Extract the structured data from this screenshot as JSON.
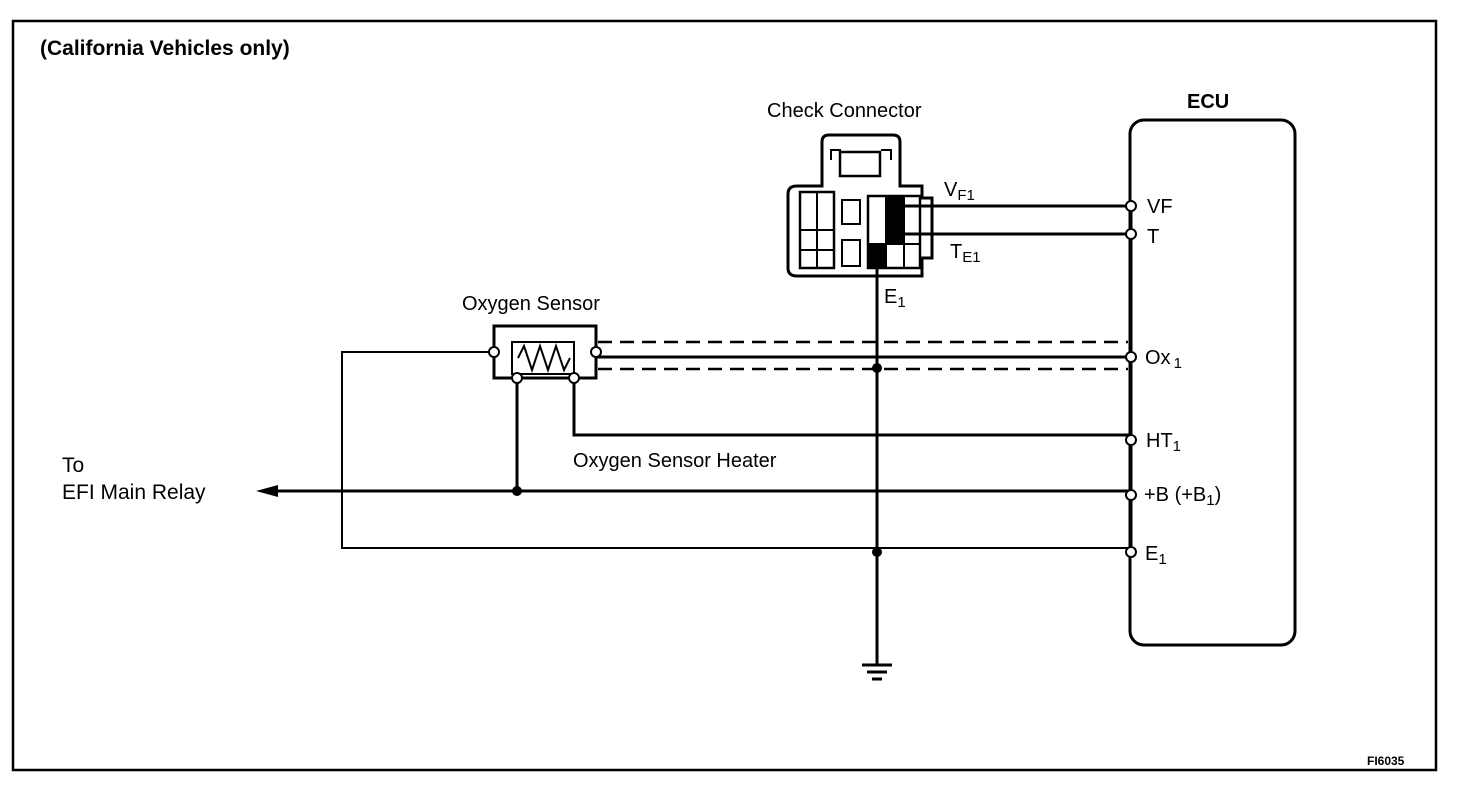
{
  "title": "(California Vehicles only)",
  "figure_code": "FI6035",
  "components": {
    "check_connector": "Check Connector",
    "ecu": "ECU",
    "oxygen_sensor": "Oxygen Sensor",
    "oxygen_sensor_heater": "Oxygen Sensor Heater"
  },
  "relay_label": {
    "line1": "To",
    "line2": "EFI Main Relay"
  },
  "connector_pins": {
    "vf1_main": "V",
    "vf1_sub": "F1",
    "te1_main": "T",
    "te1_sub": "E1",
    "e1_main": "E",
    "e1_sub": "1"
  },
  "ecu_terminals": {
    "vf": "VF",
    "t": "T",
    "ox_main": "Ox",
    "ox_sub": "1",
    "ht_main": "HT",
    "ht_sub": "1",
    "b_main": "+B (+B",
    "b_sub": "1",
    "b_close": ")",
    "e_main": "E",
    "e_sub": "1"
  }
}
